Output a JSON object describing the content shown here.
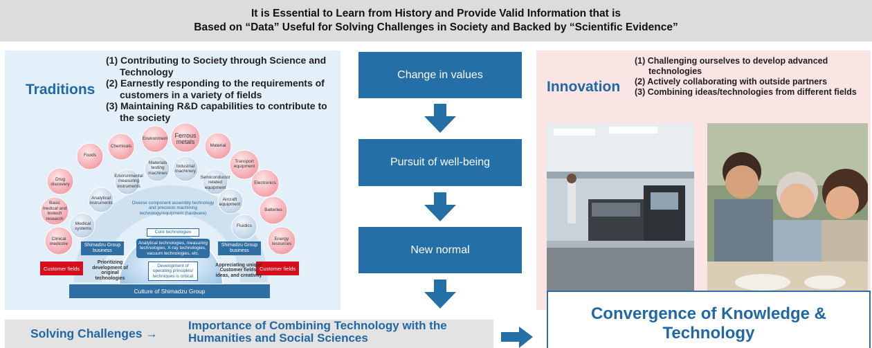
{
  "banner": {
    "line1": "It is Essential to Learn from History and Provide Valid Information that is",
    "line2": "Based on “Data” Useful for Solving Challenges in Society and Backed by “Scientific Evidence”"
  },
  "traditions": {
    "title": "Traditions",
    "items": [
      "(1) Contributing to Society through Science and Technology",
      "(2) Earnestly responding to the requirements of customers in a variety of fields",
      "(3) Maintaining R&D capabilities to contribute to the society"
    ]
  },
  "figure": {
    "outer_circles": [
      "Clinical medicine",
      "Basic medical and biotech research",
      "Drug discovery",
      "Foods",
      "Chemicals",
      "Environment",
      "Ferrous metals",
      "Material",
      "Transport equipment",
      "Electronics",
      "Batteries",
      "Energy resources"
    ],
    "inner_circles": [
      "Medical systems",
      "Analytical instruments",
      "Environmental measuring instruments",
      "Materials testing machines",
      "Industrial machinery",
      "Semiconductor related equipment",
      "Aircraft equipment",
      "Fluidics"
    ],
    "dome_text": "Diverse component assembly technology and precision machining technology/equipment (hardware)",
    "core_label": "Core technologies",
    "core_text": "Analytical technologies, measuring technologies, X-ray technologies, vacuum technologies, etc.",
    "development_text": "Development of operating principles/ techniques is critical",
    "group_business": "Shimadzu Group business",
    "customer_fields": "Customer fields",
    "left_caption": "Prioritizing development of original technologies",
    "right_caption": "Appreciating unique Customer fields, ideas, and creativity",
    "culture": "Culture of Shimadzu Group"
  },
  "flow": [
    "Change in values",
    "Pursuit of well-being",
    "New normal"
  ],
  "innovation": {
    "title": "Innovation",
    "items": [
      "(1) Challenging ourselves to develop advanced technologies",
      "(2) Actively collaborating with outside partners",
      "(3) Combining ideas/technologies from different fields"
    ]
  },
  "solving": {
    "left": "Solving Challenges →",
    "right": "Importance of Combining Technology with the Humanities and Social Sciences"
  },
  "convergence": "Convergence of Knowledge & Technology",
  "colors": {
    "accent": "#2067a6",
    "flow_box": "#246fa6",
    "traditions_bg": "#e3eff9",
    "innovation_bg": "#fbe5e4",
    "customer_red": "#d60f1c",
    "outer_circle": "#f5b2b8",
    "inner_circle": "#c7d9ea"
  }
}
